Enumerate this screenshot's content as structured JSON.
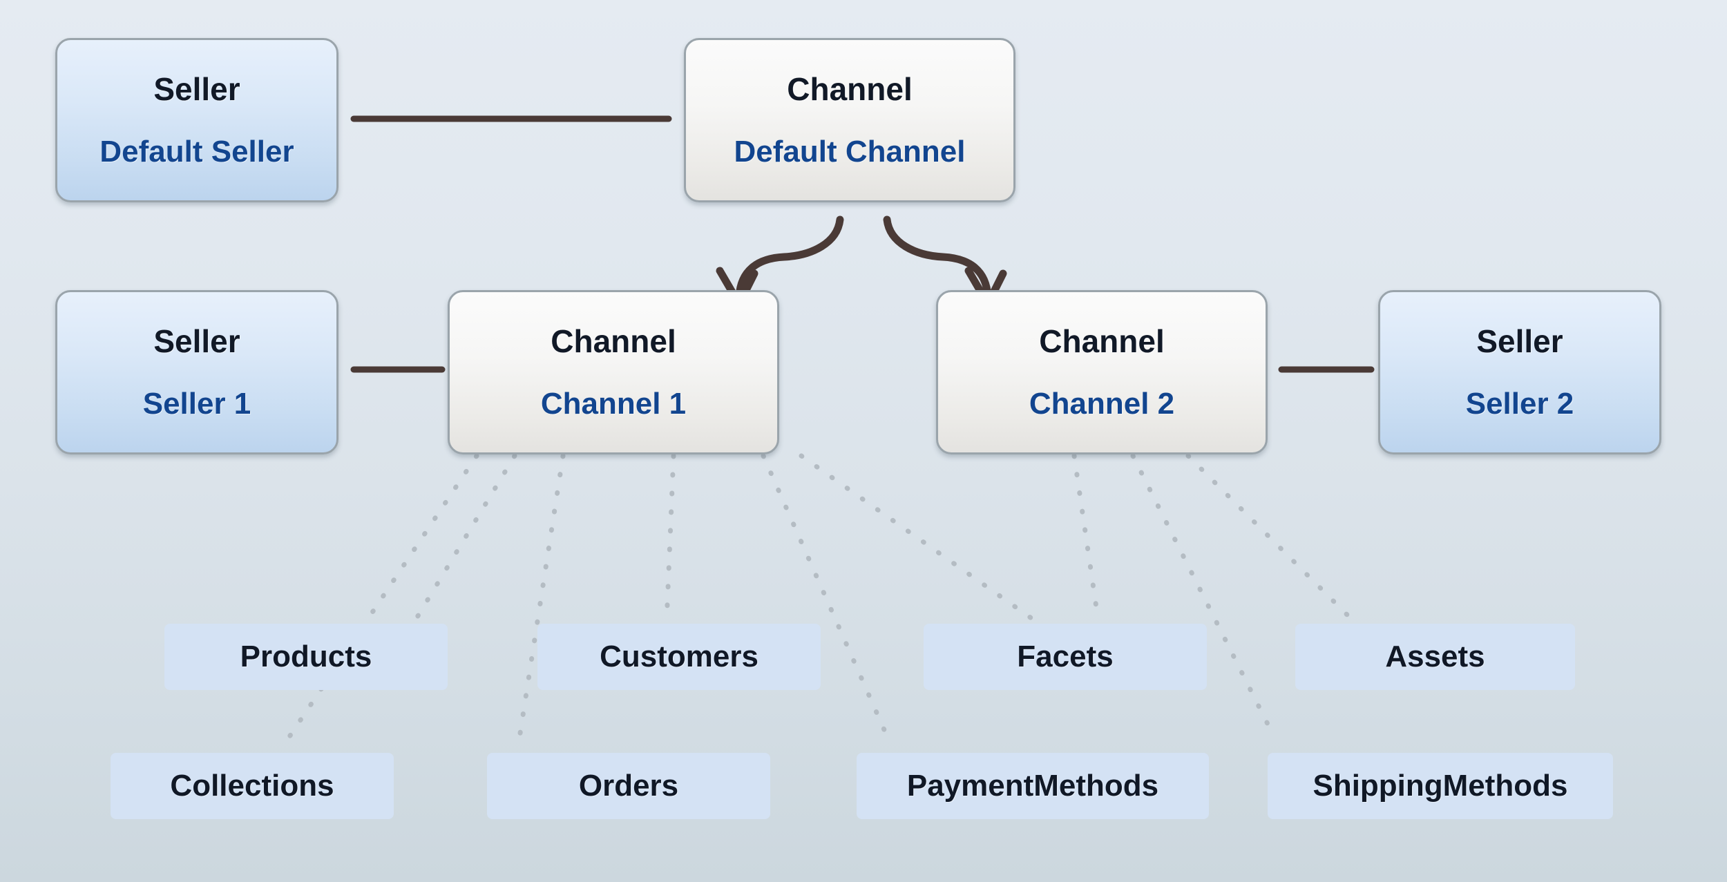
{
  "diagram": {
    "title": "Seller and Channel relationship diagram",
    "colors": {
      "background_top": "#e5ebf2",
      "background_bottom": "#ccd7de",
      "seller_card_fill": "#cfe0f5",
      "channel_card_fill": "#f4f4f3",
      "card_border": "#9aa4ab",
      "entity_type_text": "#111927",
      "entity_name_text": "#12458f",
      "solid_connector": "#4a3a36",
      "dotted_connector": "#b4bcc3",
      "tag_fill": "#d4e2f4",
      "tag_text": "#101826"
    }
  },
  "nodes": {
    "default_seller": {
      "type": "Seller",
      "name": "Default Seller"
    },
    "default_channel": {
      "type": "Channel",
      "name": "Default Channel"
    },
    "seller_1": {
      "type": "Seller",
      "name": "Seller 1"
    },
    "channel_1": {
      "type": "Channel",
      "name": "Channel 1"
    },
    "channel_2": {
      "type": "Channel",
      "name": "Channel 2"
    },
    "seller_2": {
      "type": "Seller",
      "name": "Seller 2"
    }
  },
  "channel_scoped_entities": {
    "row_1": [
      {
        "label": "Products"
      },
      {
        "label": "Customers"
      },
      {
        "label": "Facets"
      },
      {
        "label": "Assets"
      }
    ],
    "row_2": [
      {
        "label": "Collections"
      },
      {
        "label": "Orders"
      },
      {
        "label": "PaymentMethods"
      },
      {
        "label": "ShippingMethods"
      }
    ]
  },
  "connectors": {
    "seller_channel_link_style": "solid-line",
    "channel_inheritance_style": "curved-arrow",
    "entity_membership_style": "dotted-line"
  }
}
